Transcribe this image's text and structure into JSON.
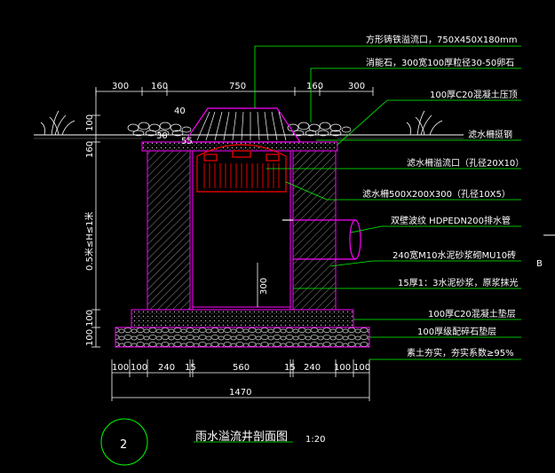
{
  "drawing": {
    "title": "雨水溢流井剖面图",
    "scale": "1:20",
    "number": "2",
    "section_mark": "B"
  },
  "top_dimensions": [
    "300",
    "160",
    "750",
    "160",
    "300"
  ],
  "left_dimensions": [
    "100",
    "160",
    "0.5米≤H≤1米",
    "100",
    "100"
  ],
  "inner_dimensions": {
    "d40": "40",
    "d30": "30",
    "d55": "55",
    "d300": "300"
  },
  "bottom_dimensions": [
    "100",
    "100",
    "240",
    "15",
    "560",
    "15",
    "240",
    "100",
    "100"
  ],
  "total_width": "1470",
  "annotations": [
    "方形铸铁溢流口，750X450X180mm",
    "消能石，300宽100厚粒径30-50卵石",
    "100厚C20混凝土压顶",
    "滤水柵挺钢",
    "滤水柵溢流口（孔径20X10）",
    "滤水柵500X200X300（孔径10X5）",
    "双壁波纹 HDPEDN200排水管",
    "240宽M10水泥砂浆砌MU10砖",
    "15厚1：3水泥砂浆，原浆抹光",
    "100厚C20混凝土垫层",
    "100厚级配碎石垫层",
    "素土夯实，夯实系数≥95%"
  ],
  "colors": {
    "structure": "#ff00ff",
    "grate": "#ff0000",
    "leader": "#00ff00",
    "dimension": "#ffffff",
    "fill": "#ffffff",
    "background": "#000000"
  }
}
